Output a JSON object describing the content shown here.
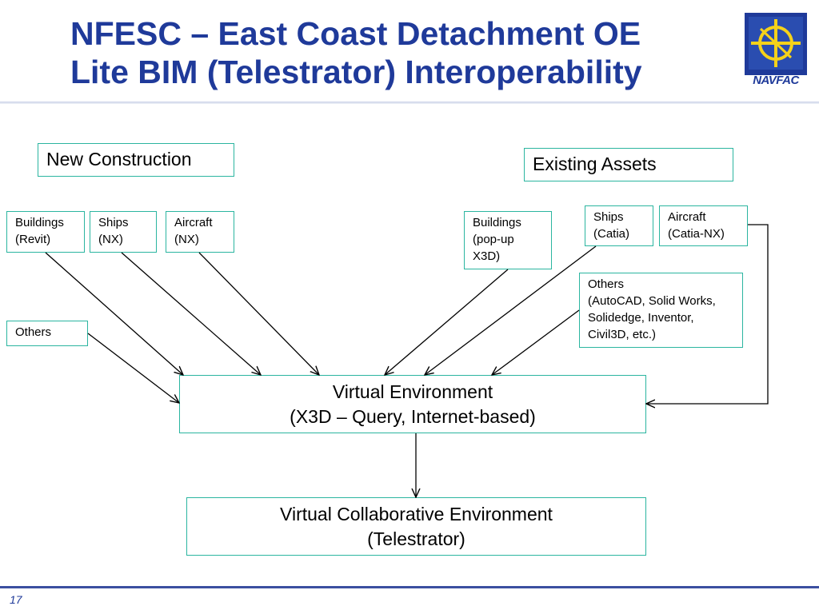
{
  "slide": {
    "title_line1": "NFESC – East Coast Detachment OE",
    "title_line2": "Lite BIM (Telestrator) Interoperability",
    "logo_text": "NAVFAC",
    "page_number": "17",
    "accent_color": "#1f3a9a",
    "box_border_color": "#2bb5a0"
  },
  "diagram": {
    "new_construction": "New Construction",
    "existing_assets": "Existing Assets",
    "nc_buildings": [
      "Buildings",
      "(Revit)"
    ],
    "nc_ships": [
      "Ships",
      "(NX)"
    ],
    "nc_aircraft": [
      "Aircraft",
      "(NX)"
    ],
    "nc_others": "Others",
    "ea_buildings": [
      "Buildings",
      "(pop-up",
      "X3D)"
    ],
    "ea_ships": [
      "Ships",
      "(Catia)"
    ],
    "ea_aircraft": [
      "Aircraft",
      "(Catia-NX)"
    ],
    "ea_others": [
      "Others",
      "(AutoCAD, Solid Works,",
      "Solidedge, Inventor,",
      "Civil3D, etc.)"
    ],
    "virtual_env": [
      "Virtual Environment",
      "(X3D – Query, Internet-based)"
    ],
    "collab_env": [
      "Virtual Collaborative Environment",
      "(Telestrator)"
    ]
  }
}
